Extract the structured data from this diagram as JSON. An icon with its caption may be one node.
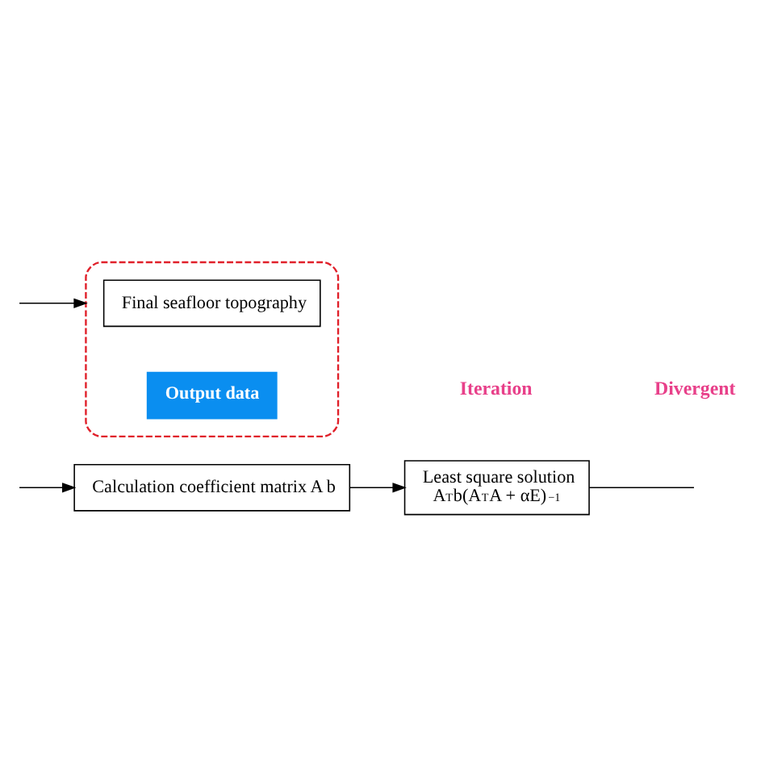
{
  "diagram": {
    "nodes": [
      {
        "text": [
          "Calculation coefficient matrix A b"
        ]
      },
      {
        "text": [
          "Least square solution",
          "A$^{T}$b(A$^{T}$A + αE)$^{−1}$"
        ]
      },
      {
        "text": [],
        "shape": "box"
      },
      {
        "text": [
          "Final seafloor topography"
        ],
        "in": 2
      },
      {
        "text": [
          "Output data"
        ],
        "in": 2
      }
    ],
    "edges": [
      {
        "from": null,
        "to": 0,
        "arrow": "to"
      },
      {
        "from": 0,
        "to": 1,
        "arrow": "to"
      },
      {
        "from": 1,
        "to": null,
        "arrow": "none"
      },
      {
        "from": null,
        "to": 2,
        "arrow": "to"
      }
    ],
    "labels": [
      "Iteration",
      "Divergent"
    ]
  }
}
